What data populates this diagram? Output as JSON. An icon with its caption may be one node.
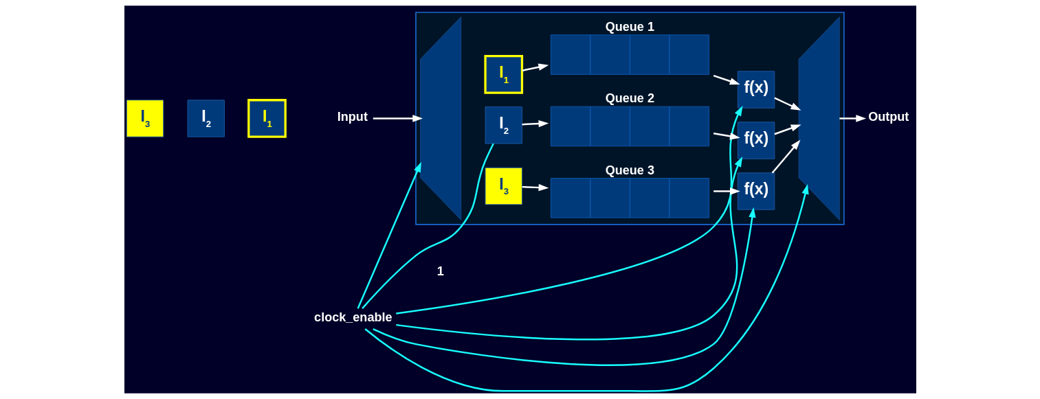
{
  "diagram": {
    "nodes": [
      {
        "text": [],
        "shape": "box"
      },
      {
        "text": [
          "I$_{3}$"
        ]
      },
      {
        "text": [
          "I$_{2}$"
        ]
      },
      {
        "text": [
          "I$_{1}$"
        ]
      },
      {
        "text": [
          "clock_enable"
        ]
      },
      {
        "text": [
          "Input"
        ]
      },
      {
        "text": [],
        "shape": "trapezoid",
        "in": 0
      },
      {
        "text": [
          "I$_{1}$"
        ],
        "in": 0
      },
      {
        "text": [
          "Queue 1"
        ],
        "in": 0
      },
      {
        "text": [
          "I$_{2}$"
        ],
        "in": 0
      },
      {
        "text": [
          "Queue 2"
        ],
        "in": 0
      },
      {
        "text": [
          "I$_{3}$"
        ],
        "in": 0
      },
      {
        "text": [
          "Queue 3"
        ],
        "in": 0
      },
      {
        "text": [
          "f(x)"
        ],
        "in": 0
      },
      {
        "text": [
          "f(x)"
        ],
        "in": 0
      },
      {
        "text": [
          "f(x)"
        ],
        "in": 0
      },
      {
        "text": [],
        "shape": "trapezoid",
        "in": 0
      },
      {
        "text": [
          "Output"
        ]
      }
    ],
    "edges": [
      {
        "from": 4,
        "to": 6,
        "arrow": "to",
        "color": "#19ffff"
      },
      {
        "from": 4,
        "to": 9,
        "arrow": "none",
        "color": "#19ffff"
      },
      {
        "from": 4,
        "to": 13,
        "arrow": "to",
        "color": "#19ffff"
      },
      {
        "from": 4,
        "to": 14,
        "arrow": "to",
        "color": "#19ffff"
      },
      {
        "from": 4,
        "to": 15,
        "arrow": "to",
        "color": "#19ffff"
      },
      {
        "from": 4,
        "to": 16,
        "arrow": "to",
        "color": "#19ffff"
      },
      {
        "from": 5,
        "to": 6,
        "arrow": "to"
      },
      {
        "from": 7,
        "to": 8,
        "arrow": "to"
      },
      {
        "from": 9,
        "to": 10,
        "arrow": "to"
      },
      {
        "from": 11,
        "to": 12,
        "arrow": "to"
      },
      {
        "from": 8,
        "to": 13,
        "arrow": "to"
      },
      {
        "from": 10,
        "to": 14,
        "arrow": "to"
      },
      {
        "from": 12,
        "to": 15,
        "arrow": "to"
      },
      {
        "from": 13,
        "to": 16,
        "arrow": "to"
      },
      {
        "from": 14,
        "to": 16,
        "arrow": "to"
      },
      {
        "from": 15,
        "to": 16,
        "arrow": "to"
      },
      {
        "from": 16,
        "to": 17,
        "arrow": "to"
      }
    ],
    "labels": [
      "1"
    ]
  }
}
